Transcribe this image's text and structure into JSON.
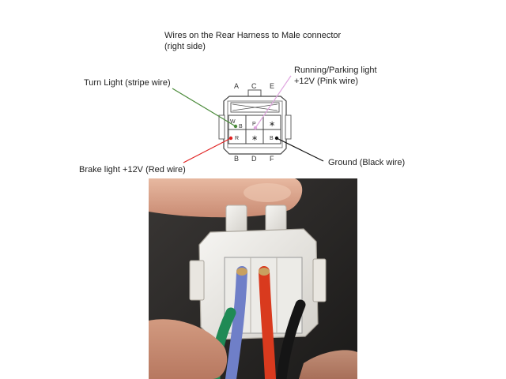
{
  "title": {
    "line1": "Wires on the Rear Harness to Male connector",
    "line2": "(right side)"
  },
  "labels": {
    "turn": "Turn Light (stripe wire)",
    "running_line1": "Running/Parking light",
    "running_line2": "+12V (Pink wire)",
    "brake": "Brake light +12V (Red wire)",
    "ground": "Ground (Black wire)"
  },
  "pins_top": [
    "A",
    "C",
    "E"
  ],
  "pins_bottom": [
    "B",
    "D",
    "F"
  ],
  "cells": {
    "c1": "W",
    "c1b": "B",
    "c2": "P",
    "c3": "∗",
    "c4": "R",
    "c5": "∗",
    "c6": "B"
  },
  "colors": {
    "turn_line": "#4a8a3a",
    "running_line": "#e0a6e0",
    "brake_line": "#e02020",
    "ground_line": "#111111",
    "wire_blue": "#6f7fc8",
    "wire_red": "#d93a1e",
    "wire_green": "#1f8a55",
    "wire_black": "#151515"
  }
}
